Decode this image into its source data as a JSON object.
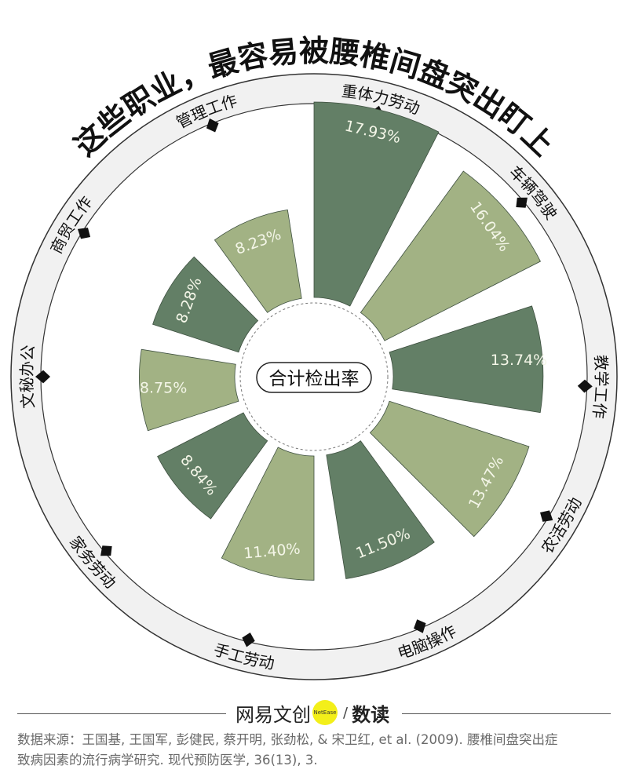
{
  "title": "这些职业，最容易被腰椎间盘突出盯上",
  "center_label": "合计检出率",
  "chart_data": {
    "type": "bar",
    "polar": true,
    "direction": "clockwise-from-top",
    "categories": [
      "重体力劳动",
      "车辆驾驶",
      "教学工作",
      "农活劳动",
      "电脑操作",
      "手工劳动",
      "家务劳动",
      "文秘办公",
      "商贸工作",
      "管理工作"
    ],
    "values": [
      17.93,
      16.04,
      13.74,
      13.47,
      11.5,
      11.4,
      8.84,
      8.75,
      8.28,
      8.23
    ],
    "value_labels": [
      "17.93%",
      "16.04%",
      "13.74%",
      "13.47%",
      "11.50%",
      "11.40%",
      "8.84%",
      "8.75%",
      "8.28%",
      "8.23%"
    ],
    "unit": "%",
    "colors": [
      "#637f66",
      "#a2b284"
    ]
  },
  "footer": {
    "logo_text": "网易文创",
    "logo_badge": "NetEase",
    "logo_sub": "数读",
    "logo_slash": "/",
    "source_line1": "数据来源：王国基, 王国军, 彭健民, 蔡开明, 张劲松, & 宋卫红, et al. (2009). 腰椎间盘突出症",
    "source_line2": "致病因素的流行病学研究. 现代预防医学, 36(13), 3."
  }
}
